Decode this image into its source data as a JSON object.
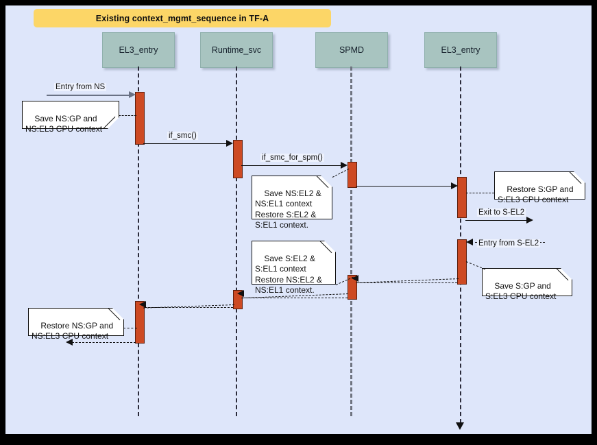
{
  "diagram": {
    "title": "Existing context_mgmt_sequence in TF-A",
    "type": "uml-sequence-diagram",
    "colors": {
      "canvas_background": "#dee6fa",
      "outer_border": "#000000",
      "title_banner": "#fcd667",
      "participant_box": "#a8c4c0",
      "activation_bar": "#cd4a23",
      "note_background": "#ffffff",
      "lifeline": "#2b2b3a",
      "gray_message": "#6a7285"
    },
    "participants": [
      {
        "id": "el3_entry_ns",
        "label": "EL3_entry"
      },
      {
        "id": "runtime_svc",
        "label": "Runtime_svc"
      },
      {
        "id": "spmd",
        "label": "SPMD"
      },
      {
        "id": "el3_entry_s",
        "label": "EL3_entry"
      }
    ],
    "messages": [
      {
        "id": "m1",
        "label": "Entry from NS",
        "style": "solid-gray",
        "direction": "right"
      },
      {
        "id": "m2",
        "label": "if_smc()",
        "style": "solid",
        "direction": "right"
      },
      {
        "id": "m3",
        "label": "if_smc_for_spm()",
        "style": "solid",
        "direction": "right"
      },
      {
        "id": "m4",
        "label": "",
        "style": "solid",
        "direction": "right"
      },
      {
        "id": "m5",
        "label": "Exit to S-EL2",
        "style": "solid",
        "direction": "right"
      },
      {
        "id": "m6",
        "label": "Entry from S-EL2",
        "style": "dashed",
        "direction": "left"
      },
      {
        "id": "m7",
        "label": "",
        "style": "dashed",
        "direction": "left"
      },
      {
        "id": "m8",
        "label": "",
        "style": "dashed",
        "direction": "left"
      },
      {
        "id": "m9",
        "label": "",
        "style": "dashed",
        "direction": "left"
      }
    ],
    "notes": [
      {
        "id": "n1",
        "text": "Save NS:GP and\nNS:EL3 CPU context",
        "fold": "bottom-right"
      },
      {
        "id": "n2",
        "text": "Save NS:EL2 &\nNS:EL1 context\nRestore S:EL2 &\nS:EL1 context.",
        "fold": "top-right"
      },
      {
        "id": "n3",
        "text": "Restore S:GP and\nS:EL3 CPU context",
        "fold": "top-right"
      },
      {
        "id": "n4",
        "text": "Save S:EL2 &\nS:EL1 context\nRestore NS:EL2 &\nNS:EL1 context.",
        "fold": "top-right"
      },
      {
        "id": "n5",
        "text": "Save S:GP and\nS:EL3 CPU context",
        "fold": "top-right"
      },
      {
        "id": "n6",
        "text": "Restore NS:GP and\nNS:EL3 CPU context",
        "fold": "top-right"
      }
    ]
  }
}
